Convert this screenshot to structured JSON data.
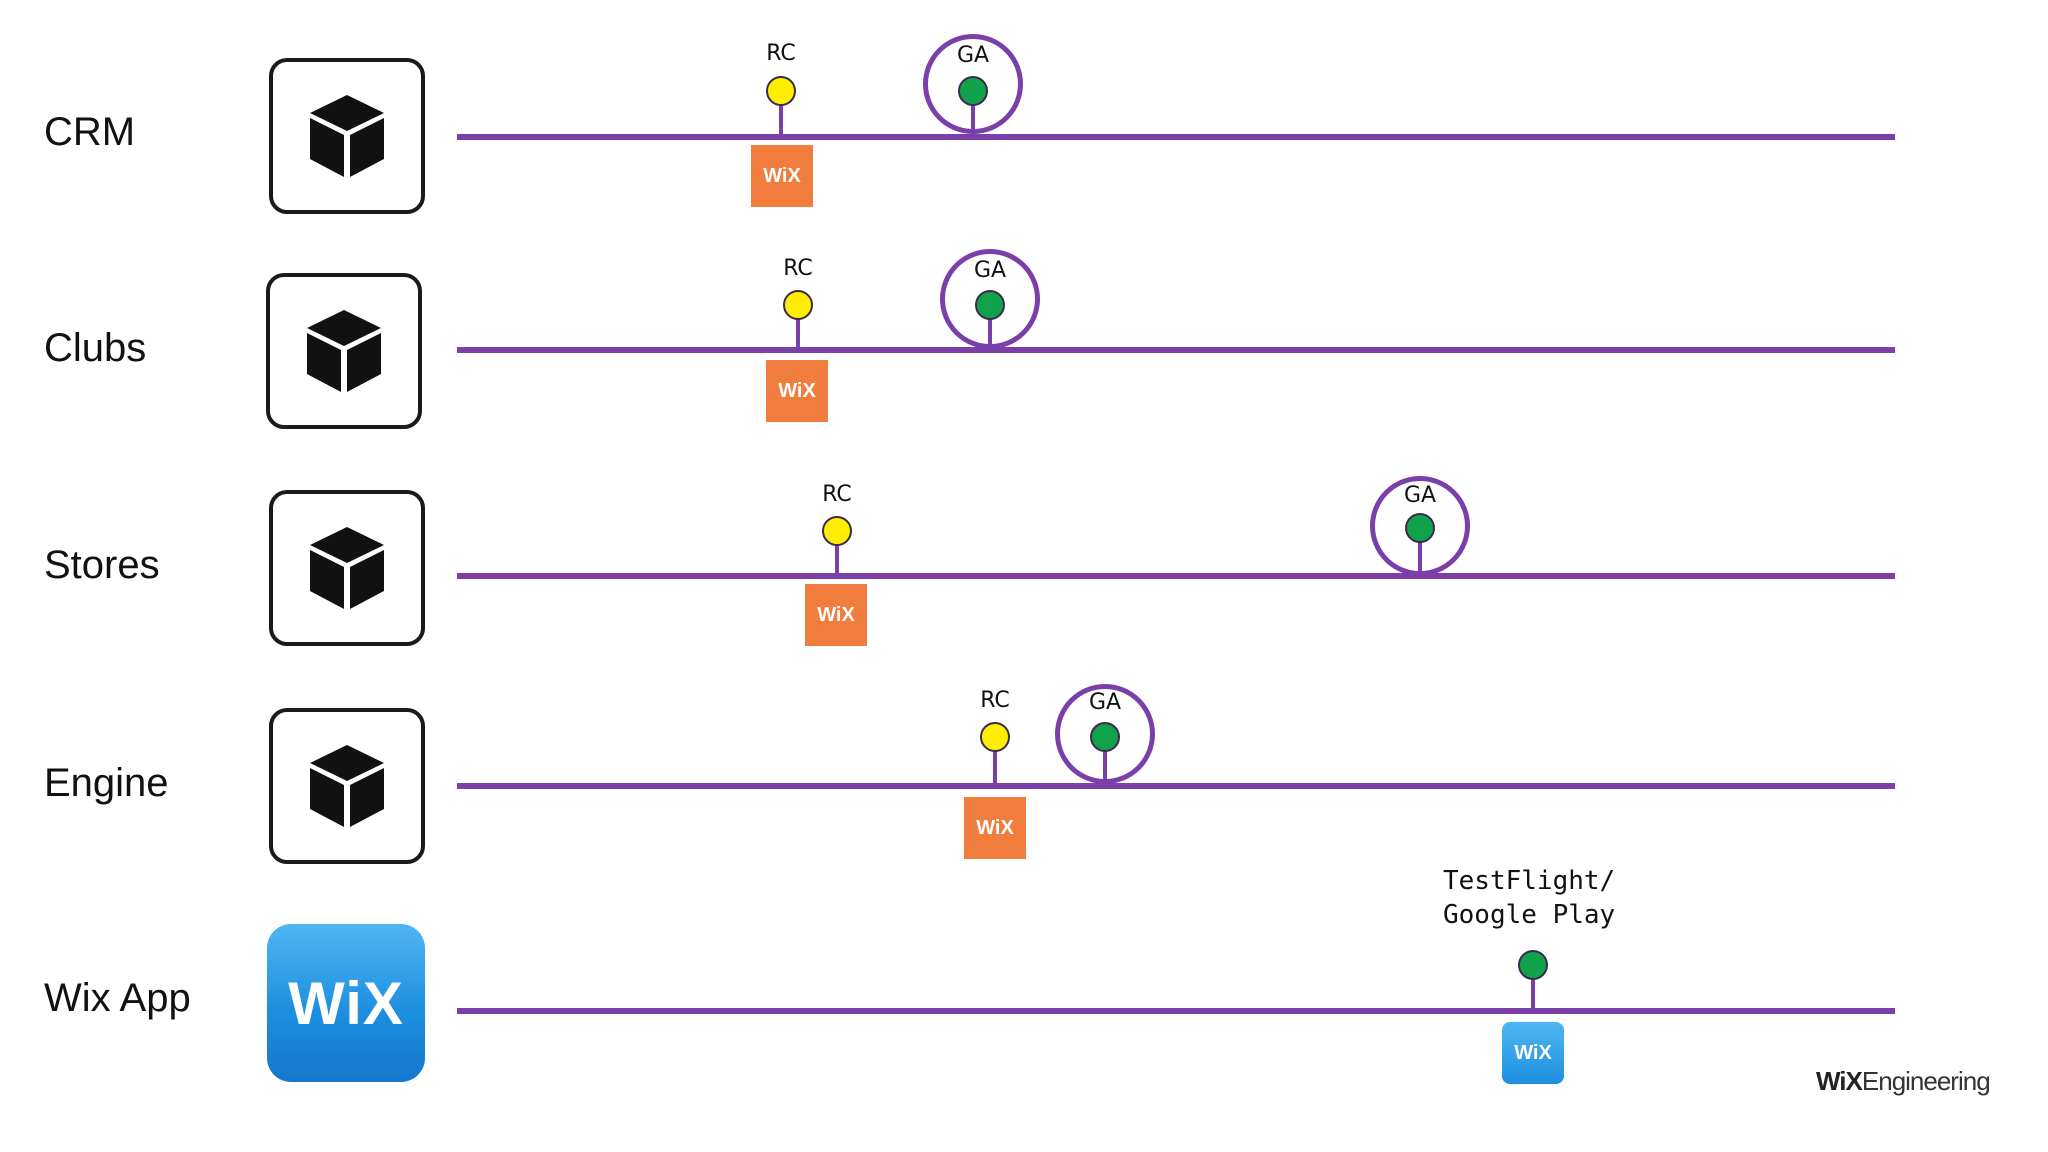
{
  "tracks": [
    {
      "label": "CRM",
      "icon": "package-cube-icon",
      "rc": {
        "label": "RC",
        "badge": "WiX"
      },
      "ga": {
        "label": "GA"
      }
    },
    {
      "label": "Clubs",
      "icon": "package-cube-icon",
      "rc": {
        "label": "RC",
        "badge": "WiX"
      },
      "ga": {
        "label": "GA"
      }
    },
    {
      "label": "Stores",
      "icon": "package-cube-icon",
      "rc": {
        "label": "RC",
        "badge": "WiX"
      },
      "ga": {
        "label": "GA"
      }
    },
    {
      "label": "Engine",
      "icon": "package-cube-icon",
      "rc": {
        "label": "RC",
        "badge": "WiX"
      },
      "ga": {
        "label": "GA"
      }
    },
    {
      "label": "Wix App",
      "icon": "wix-app-icon",
      "icon_text": "WiX",
      "release": {
        "label_lines": [
          "TestFlight/",
          "Google Play"
        ],
        "badge": "WiX"
      }
    }
  ],
  "footer": {
    "brand": "WiX",
    "suffix": "Engineering"
  },
  "colors": {
    "timeline": "#7a3fa8",
    "rc_dot": "#ffee00",
    "ga_dot": "#0fa24a",
    "wix_badge_orange": "#f07d3e",
    "wix_badge_blue": "#1e8fe0"
  }
}
